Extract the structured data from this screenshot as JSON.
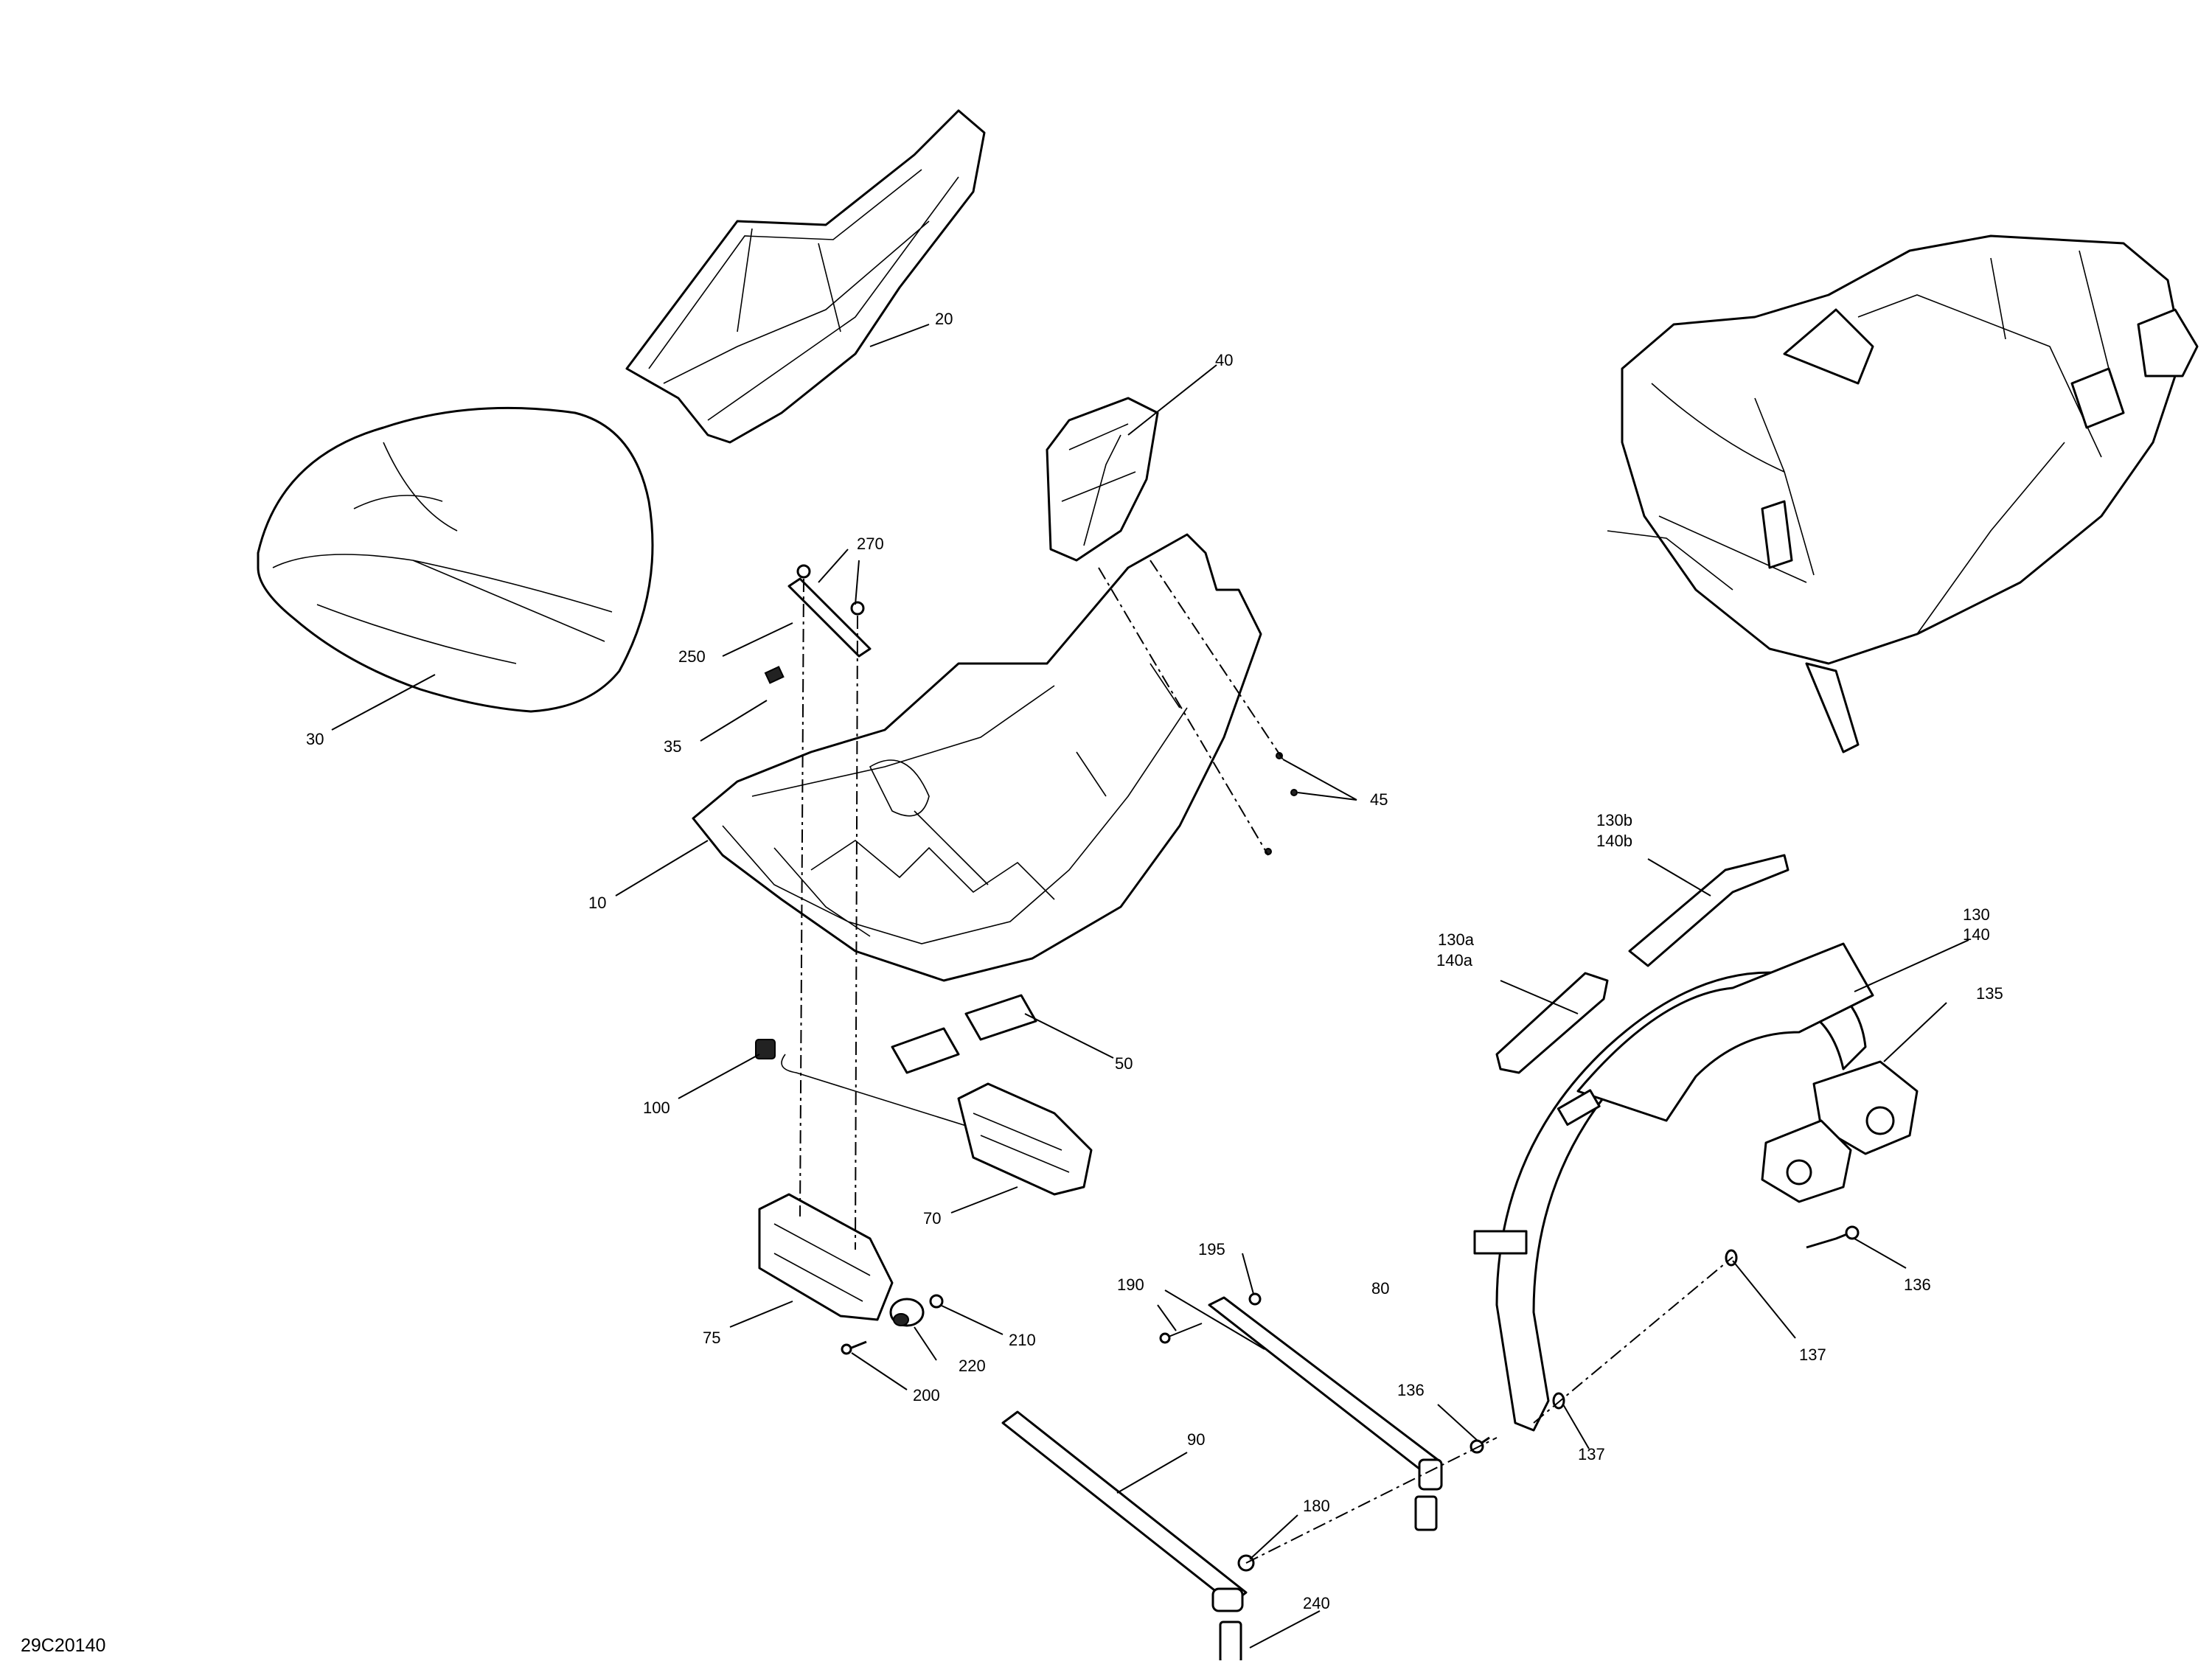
{
  "drawing_number": "29C20140",
  "callouts": {
    "c10": "10",
    "c20": "20",
    "c30": "30",
    "c35": "35",
    "c40": "40",
    "c45": "45",
    "c50": "50",
    "c70": "70",
    "c75": "75",
    "c80": "80",
    "c90": "90",
    "c100": "100",
    "c130": "130",
    "c140": "140",
    "c130a": "130a",
    "c140a": "140a",
    "c130b": "130b",
    "c140b": "140b",
    "c135": "135",
    "c136_top": "136",
    "c136_mid": "136",
    "c137_top": "137",
    "c137_bot": "137",
    "c180": "180",
    "c190": "190",
    "c195": "195",
    "c200": "200",
    "c210": "210",
    "c220": "220",
    "c240": "240",
    "c250": "250",
    "c270": "270"
  }
}
